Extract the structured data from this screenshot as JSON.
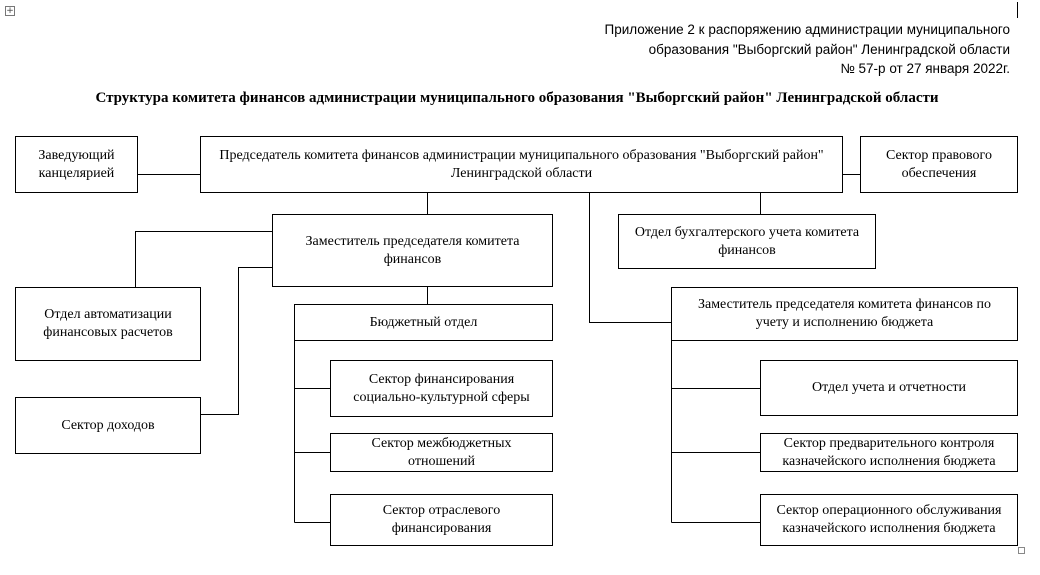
{
  "header": {
    "line1": "Приложение 2 к распоряжению администрации муниципального",
    "line2": "образования \"Выборгский район\" Ленинградской области",
    "line3": "№ 57-р от 27 января 2022г."
  },
  "title": "Структура комитета финансов администрации муниципального образования \"Выборгский район\" Ленинградской области",
  "boxes": {
    "chancellery_head": "Заведующий канцелярией",
    "chairman": "Председатель комитета финансов администрации муниципального образования \"Выборгский район\" Ленинградской области",
    "legal_sector": "Сектор правового обеспечения",
    "deputy_chairman": "Заместитель председателя комитета финансов",
    "accounting_dept": "Отдел бухгалтерского учета комитета финансов",
    "automation_dept": "Отдел автоматизации финансовых расчетов",
    "budget_dept": "Бюджетный отдел",
    "deputy_budget_execution": "Заместитель председателя комитета финансов по учету и исполнению бюджета",
    "social_sphere_sector": "Сектор финансирования социально-культурной сферы",
    "reporting_dept": "Отдел учета и отчетности",
    "revenue_sector": "Сектор доходов",
    "interbudget_sector": "Сектор межбюджетных отношений",
    "preliminary_control_sector": "Сектор предварительного контроля казначейского исполнения бюджета",
    "sector_financing": "Сектор отраслевого финансирования",
    "operational_service_sector": "Сектор операционного обслуживания казначейского исполнения бюджета"
  },
  "connections": [
    [
      "chancellery_head",
      "chairman"
    ],
    [
      "chairman",
      "legal_sector"
    ],
    [
      "chairman",
      "deputy_chairman"
    ],
    [
      "chairman",
      "accounting_dept"
    ],
    [
      "chairman",
      "deputy_budget_execution"
    ],
    [
      "deputy_chairman",
      "automation_dept"
    ],
    [
      "deputy_chairman",
      "revenue_sector"
    ],
    [
      "deputy_chairman",
      "budget_dept"
    ],
    [
      "budget_dept",
      "social_sphere_sector"
    ],
    [
      "budget_dept",
      "interbudget_sector"
    ],
    [
      "budget_dept",
      "sector_financing"
    ],
    [
      "deputy_budget_execution",
      "reporting_dept"
    ],
    [
      "deputy_budget_execution",
      "preliminary_control_sector"
    ],
    [
      "deputy_budget_execution",
      "operational_service_sector"
    ]
  ]
}
